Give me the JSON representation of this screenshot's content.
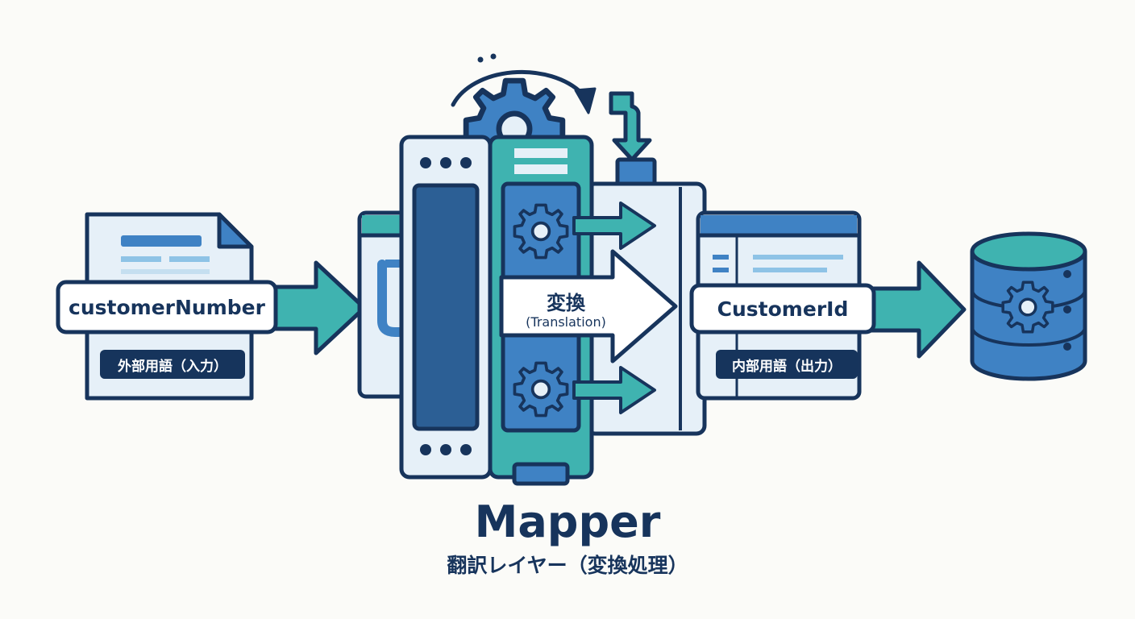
{
  "input": {
    "term": "customerNumber",
    "badge": "外部用語（入力）"
  },
  "translation": {
    "label_jp": "変換",
    "label_en": "(Translation)"
  },
  "output": {
    "term": "CustomerId",
    "badge": "内部用語（出力）"
  },
  "mapper": {
    "title": "Mapper",
    "subtitle": "翻訳レイヤー（変換処理）"
  },
  "icons": {
    "input": "document-icon",
    "gear": "gear-icon",
    "database": "database-gear-icon",
    "cycle": "rotation-arrow-icon",
    "output": "window-icon"
  },
  "colors": {
    "navy": "#17345c",
    "blue": "#3f82c4",
    "teal": "#3fb3b0",
    "light": "#e6f0f8"
  }
}
